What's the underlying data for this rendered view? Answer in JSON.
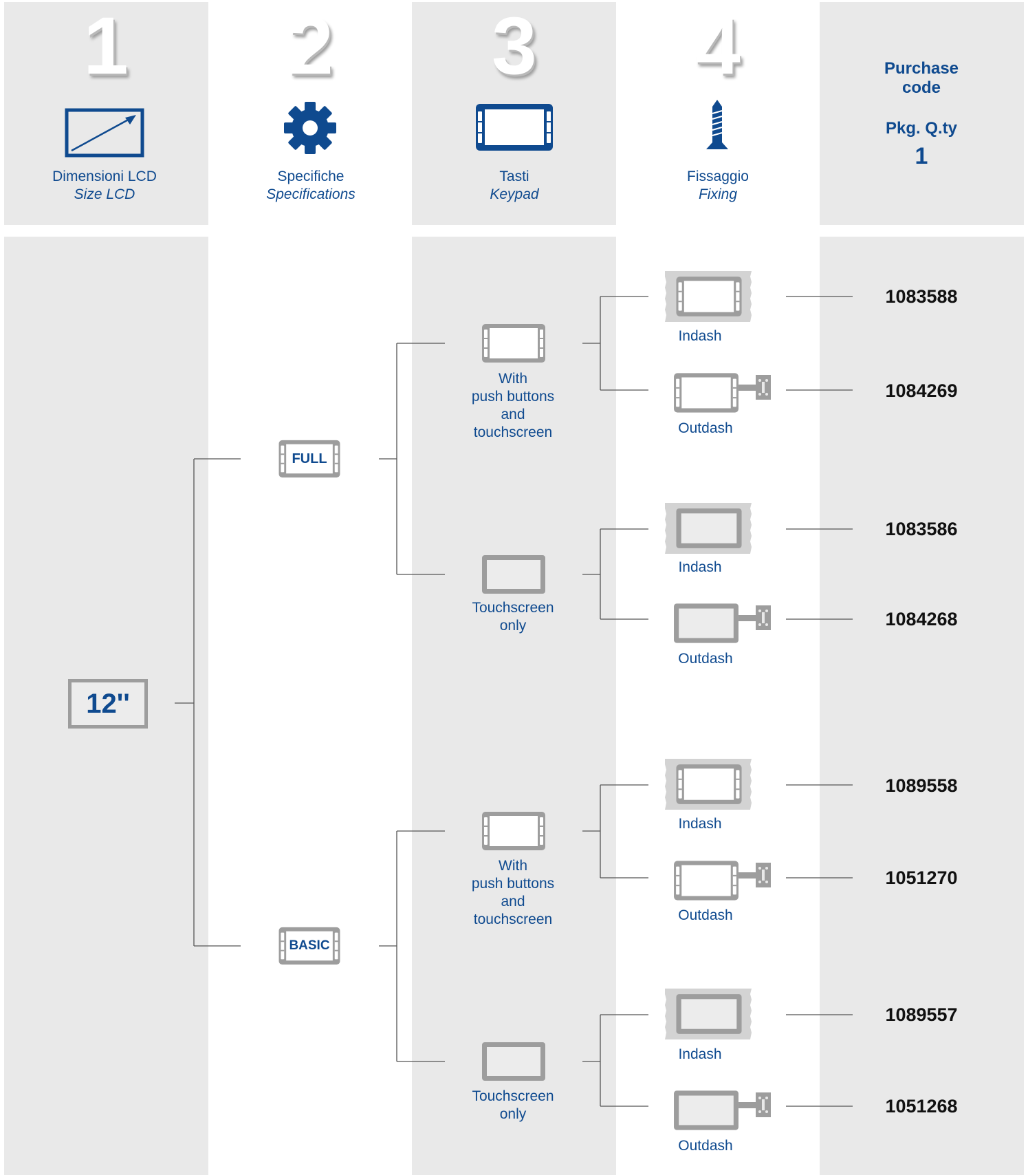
{
  "header": {
    "col1": {
      "number": "1",
      "label": "Dimensioni LCD",
      "label_en": "Size LCD",
      "icon": "lcd-size-icon"
    },
    "col2": {
      "number": "2",
      "label": "Specifiche",
      "label_en": "Specifications",
      "icon": "gear-icon"
    },
    "col3": {
      "number": "3",
      "label": "Tasti",
      "label_en": "Keypad",
      "icon": "keypad-icon"
    },
    "col4": {
      "number": "4",
      "label": "Fissaggio",
      "label_en": "Fixing",
      "icon": "screw-icon"
    },
    "col5": {
      "purchase": "Purchase code",
      "pkg": "Pkg. Q.ty",
      "qty": "1"
    }
  },
  "colors": {
    "brand_blue": "#0f4a8f",
    "panel_gray": "#e9e9e9",
    "device_gray": "#9d9d9d"
  },
  "tree": {
    "size": "12''",
    "specs": [
      {
        "name": "FULL",
        "keypads": [
          {
            "label": "With\npush buttons\nand\ntouchscreen",
            "fixings": [
              {
                "type": "Indash",
                "code": "1083588"
              },
              {
                "type": "Outdash",
                "code": "1084269"
              }
            ]
          },
          {
            "label": "Touchscreen\nonly",
            "fixings": [
              {
                "type": "Indash",
                "code": "1083586"
              },
              {
                "type": "Outdash",
                "code": "1084268"
              }
            ]
          }
        ]
      },
      {
        "name": "BASIC",
        "keypads": [
          {
            "label": "With\npush buttons\nand\ntouchscreen",
            "fixings": [
              {
                "type": "Indash",
                "code": "1089558"
              },
              {
                "type": "Outdash",
                "code": "1051270"
              }
            ]
          },
          {
            "label": "Touchscreen\nonly",
            "fixings": [
              {
                "type": "Indash",
                "code": "1089557"
              },
              {
                "type": "Outdash",
                "code": "1051268"
              }
            ]
          }
        ]
      }
    ]
  }
}
